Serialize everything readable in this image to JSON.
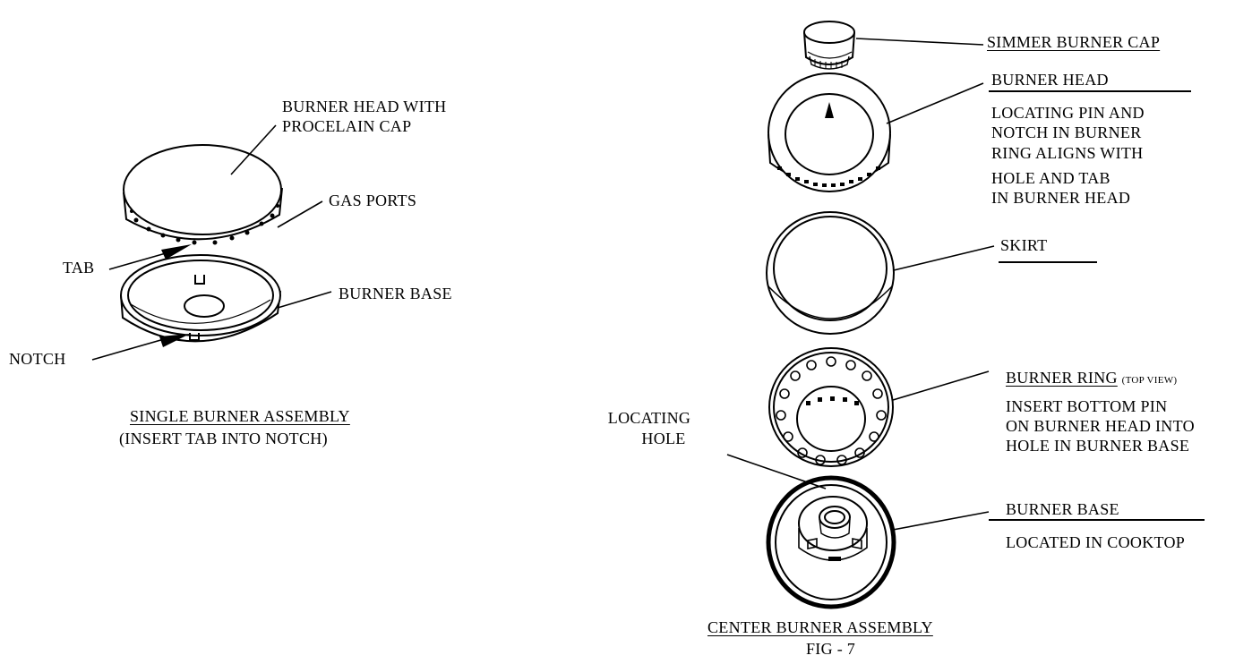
{
  "single_burner": {
    "head_label_1": "BURNER HEAD WITH",
    "head_label_2": "PROCELAIN CAP",
    "gas_ports": "GAS PORTS",
    "tab": "TAB",
    "base": "BURNER BASE",
    "notch": "NOTCH",
    "caption": "SINGLE BURNER ASSEMBLY",
    "caption_note": "(INSERT TAB INTO NOTCH)"
  },
  "center_burner": {
    "simmer_cap": "SIMMER BURNER CAP",
    "head_title": "BURNER HEAD",
    "head_note": [
      "LOCATING PIN AND",
      "NOTCH IN BURNER",
      "RING ALIGNS WITH",
      "HOLE AND TAB",
      "IN BURNER HEAD"
    ],
    "skirt": "SKIRT",
    "ring_title": "BURNER RING",
    "ring_view": "(TOP VIEW)",
    "ring_note": [
      "INSERT BOTTOM PIN",
      "ON BURNER HEAD INTO",
      "HOLE IN BURNER BASE"
    ],
    "locating_hole": [
      "LOCATING",
      "HOLE"
    ],
    "base_title": "BURNER BASE",
    "base_note": "LOCATED IN COOKTOP",
    "caption": "CENTER BURNER ASSEMBLY",
    "fig": "FIG - 7"
  }
}
